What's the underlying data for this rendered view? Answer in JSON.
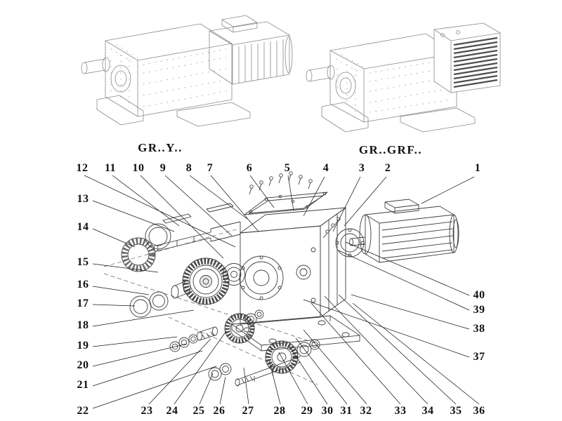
{
  "figure": {
    "left_variant_label": "GR..Y..",
    "right_variant_label": "GR..GRF.."
  },
  "callouts": {
    "top": [
      "12",
      "11",
      "10",
      "9",
      "8",
      "7",
      "6",
      "5",
      "4",
      "3",
      "2",
      "1"
    ],
    "left": [
      "13",
      "14",
      "15",
      "16",
      "17",
      "18",
      "19",
      "20",
      "21",
      "22"
    ],
    "bottom": [
      "23",
      "24",
      "25",
      "26",
      "27",
      "28",
      "29",
      "30",
      "31",
      "32",
      "33",
      "34",
      "35",
      "36"
    ],
    "right": [
      "40",
      "39",
      "38",
      "37"
    ]
  },
  "colors": {
    "line": "#3f3f3f",
    "light_line": "#8a8a8a",
    "gear_dark": "#4a4a4a",
    "text": "#111111"
  }
}
